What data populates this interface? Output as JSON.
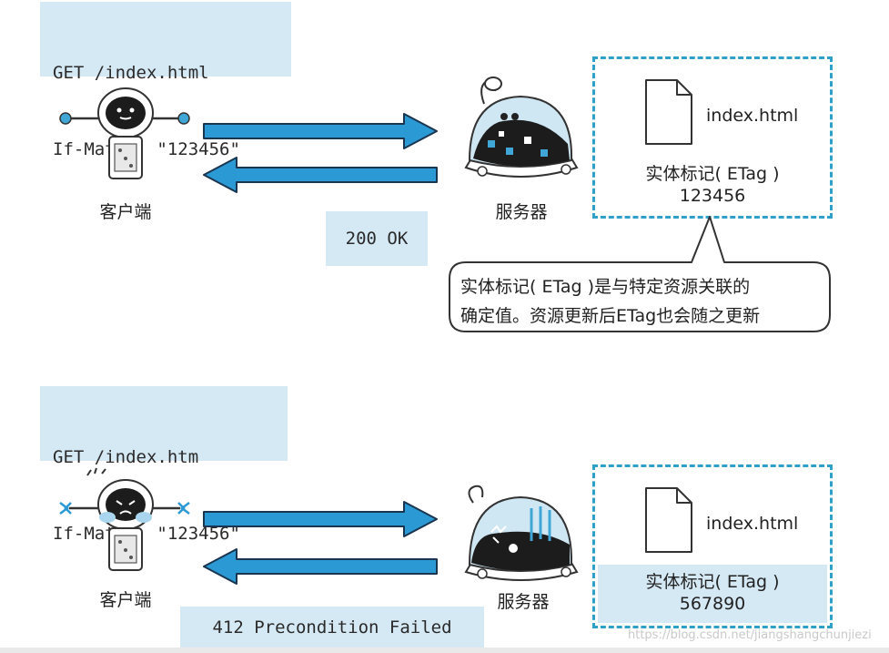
{
  "top": {
    "request_line1": "GET /index.html",
    "request_line2": "If-Match: \"123456\"",
    "client_label": "客户端",
    "server_label": "服务器",
    "response": "200 OK",
    "file_name": "index.html",
    "etag_label": "实体标记( ETag )",
    "etag_value": "123456",
    "callout_line1": "实体标记( ETag )是与特定资源关联的",
    "callout_line2": "确定值。资源更新后ETag也会随之更新"
  },
  "bottom": {
    "request_line1": "GET /index.htm",
    "request_line2": "If-Match: \"123456\"",
    "client_label": "客户端",
    "server_label": "服务器",
    "response": "412 Precondition Failed",
    "file_name": "index.html",
    "etag_label": "实体标记( ETag )",
    "etag_value": "567890"
  },
  "watermark": "https://blog.csdn.net/jiangshangchunjiezi",
  "colors": {
    "arrow": "#2b9ad4",
    "arrow_outline": "#1a3550",
    "box_fill": "#d5e9f5",
    "dash_border": "#2fa0c8"
  }
}
